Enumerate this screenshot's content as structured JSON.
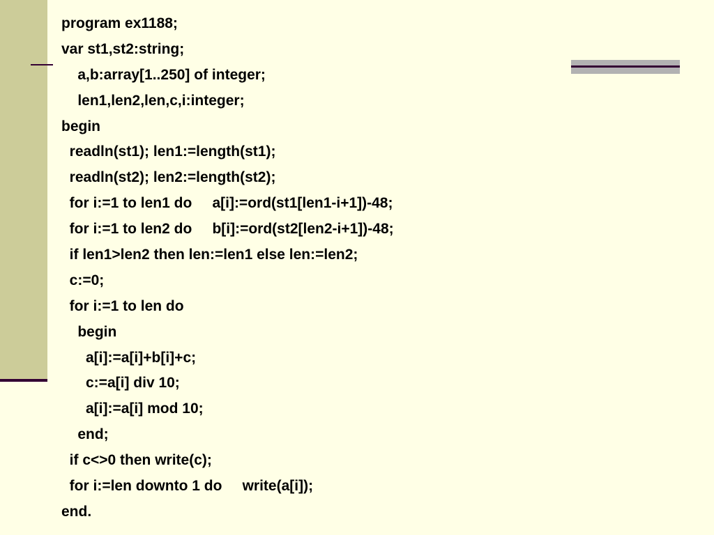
{
  "slide": {
    "code_lines": [
      "program ex1188;",
      "var st1,st2:string;",
      "    a,b:array[1..250] of integer;",
      "    len1,len2,len,c,i:integer;",
      "begin",
      "  readln(st1); len1:=length(st1);",
      "  readln(st2); len2:=length(st2);",
      "  for i:=1 to len1 do     a[i]:=ord(st1[len1-i+1])-48;",
      "  for i:=1 to len2 do     b[i]:=ord(st2[len2-i+1])-48;",
      "  if len1>len2 then len:=len1 else len:=len2;",
      "  c:=0;",
      "  for i:=1 to len do",
      "    begin",
      "      a[i]:=a[i]+b[i]+c;",
      "      c:=a[i] div 10;",
      "      a[i]:=a[i] mod 10;",
      "    end;",
      "  if c<>0 then write(c);",
      "  for i:=len downto 1 do     write(a[i]);",
      "end."
    ]
  },
  "colors": {
    "background": "#ffffe6",
    "side_panel": "#cccc99",
    "accent_bar": "#b2b2b2",
    "rule": "#330033",
    "text": "#000000"
  }
}
